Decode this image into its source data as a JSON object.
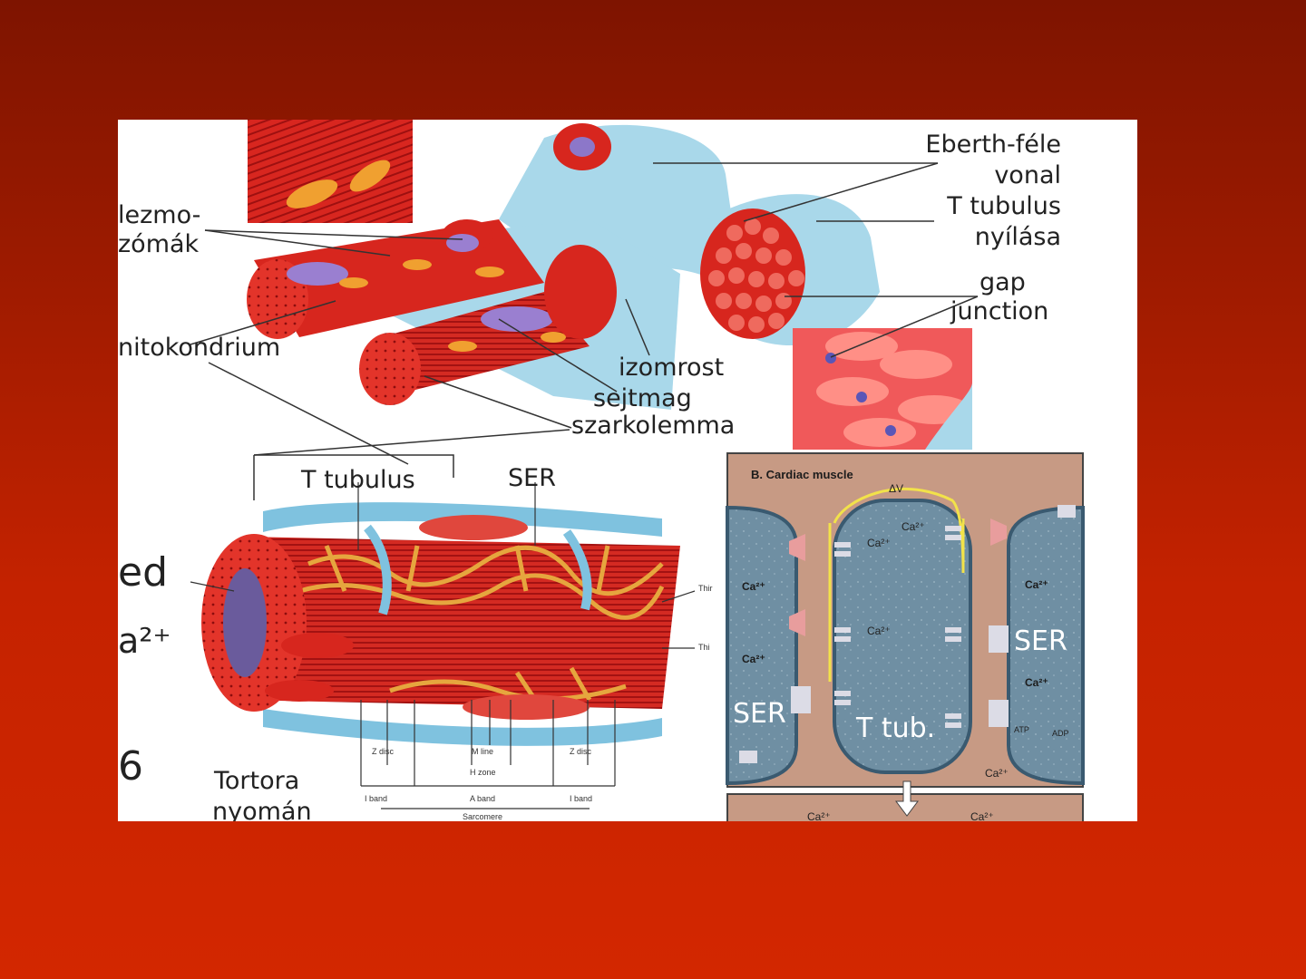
{
  "labels": {
    "dezmozomak_line1": "lezmo-",
    "dezmozomak_line2": "zómák",
    "mitokondrium": "nitokondrium",
    "eberth_line1": "Eberth-féle",
    "eberth_line2": "vonal",
    "ttubulus_open_line1": "T tubulus",
    "ttubulus_open_line2": "nyílása",
    "gap_line1": "gap",
    "gap_line2": "junction",
    "izomrost": "izomrost",
    "sejtmag": "sejtmag",
    "szarkolemma": "szarkolemma",
    "ttubulus": "T tubulus",
    "ser": "SER",
    "tortora_line1": "Tortora",
    "tortora_line2": "nyomán"
  },
  "sarcomere_labels": {
    "z_disc_left": "Z disc",
    "m_line": "M line",
    "z_disc_right": "Z disc",
    "h_zone": "H zone",
    "i_band_left": "I band",
    "a_band": "A band",
    "i_band_right": "I band",
    "sarcomere": "Sarcomere",
    "thin": "Thir",
    "thick": "Thi"
  },
  "cardiac_panel": {
    "title": "B. Cardiac muscle",
    "delta_v": "ΔV",
    "ca": "Ca²⁺",
    "ser_left": "SER",
    "ser_right": "SER",
    "t_tub": "T tub.",
    "atp": "ATP",
    "adp": "ADP"
  },
  "left_fragments": {
    "ed": "ed",
    "a2": "a²⁺",
    "six": "6"
  },
  "colors": {
    "background_top": "#7e1400",
    "background_bottom": "#d32700",
    "muscle_red": "#d7261e",
    "membrane_blue": "#a9d8ea",
    "ser_gold": "#e0a43c",
    "cardiac_brown": "#c79a84",
    "cardiac_cell": "#6f8fa3"
  }
}
